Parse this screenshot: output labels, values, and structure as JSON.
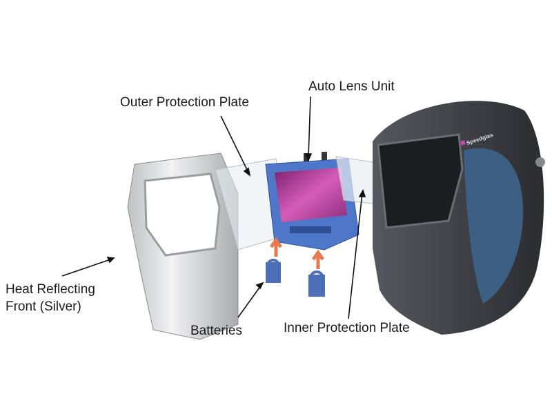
{
  "labels": {
    "auto_lens_unit": "Auto Lens Unit",
    "outer_protection_plate": "Outer Protection Plate",
    "heat_reflecting_front_line1": "Heat Reflecting",
    "heat_reflecting_front_line2": "Front (Silver)",
    "batteries": "Batteries",
    "inner_protection_plate": "Inner Protection Plate"
  },
  "logo": "Speedglas",
  "colors": {
    "helmet": "#3a3d42",
    "silver_front": "#d9dadc",
    "lens_unit": "#4f77c9",
    "lens_filter": "#b0409a",
    "arrow": "#e8794e",
    "battery": "#4d6fb8"
  }
}
